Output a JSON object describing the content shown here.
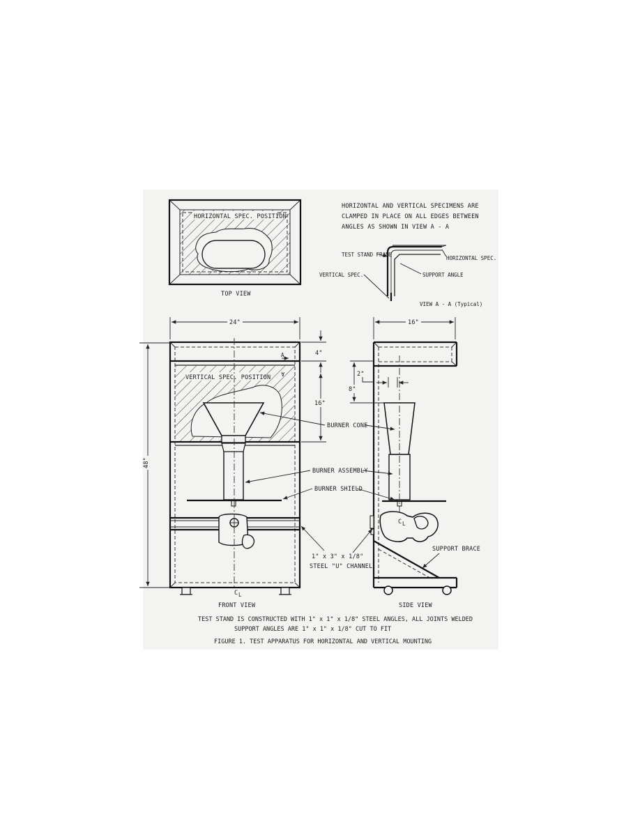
{
  "note": {
    "line1": "HORIZONTAL AND VERTICAL SPECIMENS ARE",
    "line2": "CLAMPED IN PLACE ON ALL EDGES BETWEEN",
    "line3": "ANGLES AS SHOWN IN VIEW A - A"
  },
  "top_view": {
    "region_label": "HORIZONTAL SPEC. POSITION",
    "title": "TOP VIEW"
  },
  "detail": {
    "frame_label": "TEST STAND FRAME",
    "horizontal_spec": "HORIZONTAL SPEC.",
    "support_angle": "SUPPORT ANGLE",
    "vertical_spec": "VERTICAL SPEC.",
    "title": "VIEW A - A  (Typical)"
  },
  "front_view": {
    "width_dim": "24\"",
    "height_dim": "48\"",
    "top_dim": "4\"",
    "spec_dim": "16\"",
    "section_mark": "A",
    "region_label": "VERTICAL SPEC. POSITION",
    "cl_mark": "C",
    "cl_sub": "L",
    "title": "FRONT VIEW"
  },
  "side_view": {
    "depth_dim": "16\"",
    "offset_dim": "2\"",
    "drop_dim": "8\"",
    "cl_mark": "C",
    "cl_sub": "L",
    "title": "SIDE VIEW"
  },
  "callouts": {
    "burner_cone": "BURNER CONE",
    "burner_assembly": "BURNER ASSEMBLY",
    "burner_shield": "BURNER SHIELD",
    "channel_line1": "1\" x 3\" x 1/8\"",
    "channel_line2": "STEEL \"U\" CHANNEL",
    "support_brace": "SUPPORT BRACE"
  },
  "caption": {
    "line1": "TEST STAND IS CONSTRUCTED WITH 1\" x 1\" x 1/8\" STEEL ANGLES, ALL JOINTS WELDED",
    "line2": "SUPPORT ANGLES ARE 1\" x 1\" x 1/8\" CUT TO FIT",
    "figure": "FIGURE 1.  TEST APPARATUS FOR HORIZONTAL AND VERTICAL MOUNTING"
  }
}
